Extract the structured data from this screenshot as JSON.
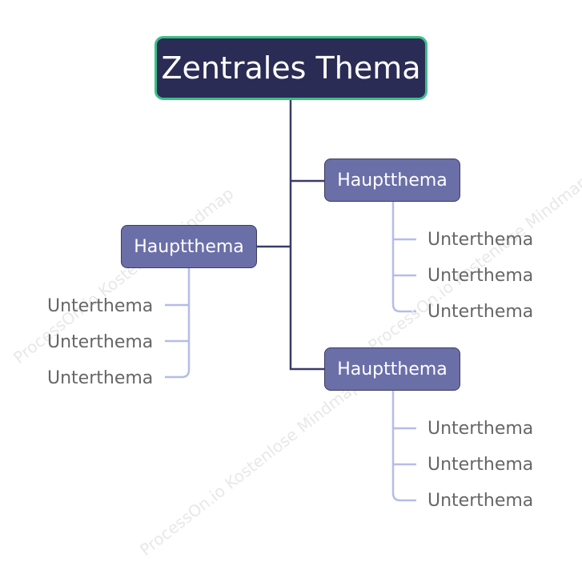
{
  "watermark": "ProcessOn.io Kostenlose Mindmap",
  "colors": {
    "root_fill": "#2a2c55",
    "root_border": "#3cbf88",
    "topic_fill": "#6b6fa8",
    "trunk_line": "#3a3c66",
    "branch_line": "#b6bce8",
    "subtopic_text": "#666666"
  },
  "root": {
    "label": "Zentrales Thema"
  },
  "main_topics": [
    {
      "label": "Hauptthema",
      "side": "right",
      "subtopics": [
        "Unterthema",
        "Unterthema",
        "Unterthema"
      ]
    },
    {
      "label": "Hauptthema",
      "side": "left",
      "subtopics": [
        "Unterthema",
        "Unterthema",
        "Unterthema"
      ]
    },
    {
      "label": "Hauptthema",
      "side": "right",
      "subtopics": [
        "Unterthema",
        "Unterthema",
        "Unterthema"
      ]
    }
  ]
}
